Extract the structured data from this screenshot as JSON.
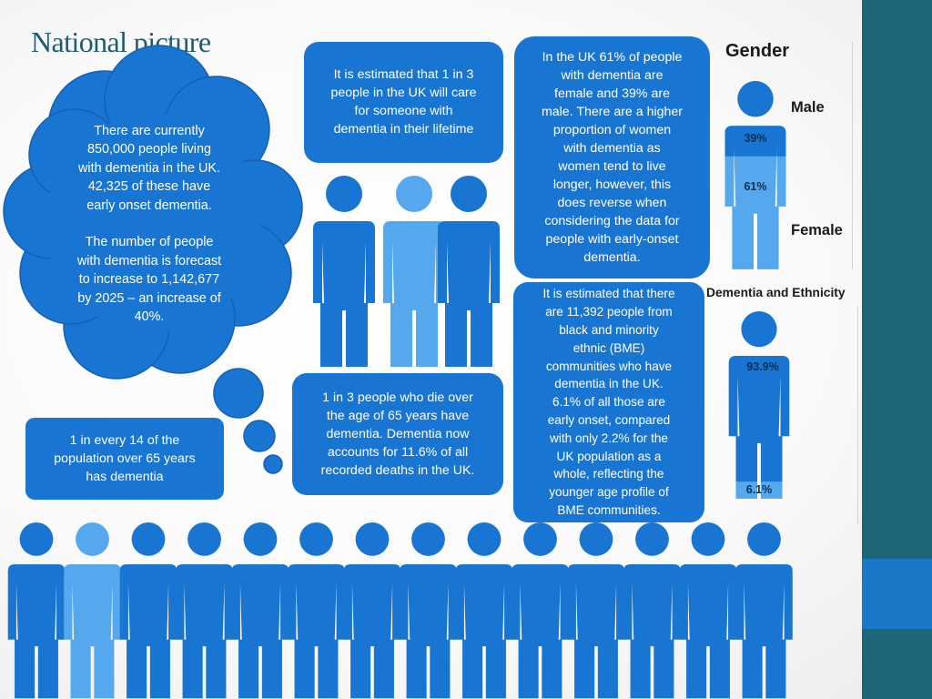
{
  "title": "National picture",
  "colors": {
    "dark_blue": "#1975d2",
    "light_blue": "#55a7ee",
    "band_teal": "#1d6678",
    "band_accent": "#1b78c9",
    "title": "#1f5c72"
  },
  "cloud": {
    "para1": [
      "There are currently",
      "850,000 people living",
      "with dementia in the UK.",
      "42,325 of these have",
      "early onset dementia."
    ],
    "para2": [
      "The number of people",
      "with dementia is  forecast",
      "to increase to 1,142,677",
      "by 2025 – an increase of",
      "40%."
    ]
  },
  "box_care": [
    "It is estimated that 1 in 3",
    "people in the UK will care",
    "for someone with",
    "dementia in their lifetime"
  ],
  "box_gender": [
    "In the UK 61% of people",
    "with dementia are",
    "female and 39% are",
    "male. There are a higher",
    "proportion of women",
    "with dementia as",
    "women tend to live",
    "longer, however, this",
    "does reverse when",
    "considering the data for",
    "people with early-onset",
    "dementia."
  ],
  "box_bme": [
    "It is estimated that there",
    "are 11,392 people from",
    "black and minority",
    "ethnic (BME)",
    "communities who have",
    "dementia in the UK.",
    "6.1% of all those are",
    "early onset, compared",
    "with only 2.2% for the",
    "UK population as a",
    "whole, reflecting the",
    "younger age profile of",
    "BME communities."
  ],
  "box_deaths": [
    "1 in 3 people who die over",
    "the age of 65 years have",
    "dementia. Dementia now",
    "accounts for 11.6% of all",
    "recorded deaths in the UK."
  ],
  "box_fourteen": [
    "1 in every 14 of the",
    "population over 65 years",
    "has dementia"
  ],
  "gender": {
    "heading": "Gender",
    "male_label": "Male",
    "female_label": "Female",
    "male_pct": "39%",
    "female_pct": "61%",
    "male_fraction": 0.39
  },
  "ethnicity": {
    "heading": "Dementia and Ethnicity",
    "majority_pct": "93.9%",
    "bme_pct": "6.1%",
    "bme_fraction": 0.061
  },
  "people_rows": {
    "care_trio": [
      "dark",
      "light",
      "dark"
    ],
    "bottom_row": [
      "dark",
      "light",
      "dark",
      "dark",
      "dark",
      "dark",
      "dark",
      "dark",
      "dark",
      "dark",
      "dark",
      "dark",
      "dark",
      "dark"
    ]
  }
}
